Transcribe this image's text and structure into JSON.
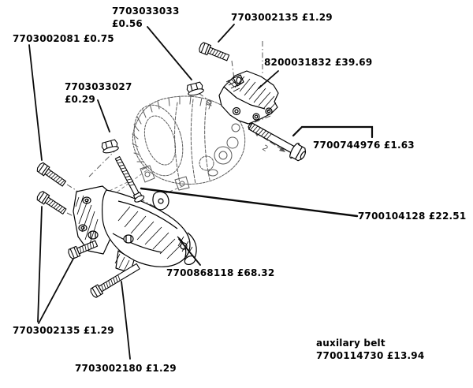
{
  "diagram": {
    "labels": {
      "bolt_2081": "7703002081 £0.75",
      "nut_33033_line1": "7703033033",
      "nut_33033_line2": "£0.56",
      "bolt_2135_top": "7703002135 £1.29",
      "bracket_upper": "8200031832 £39.69",
      "nut_33027_line1": "7703033027",
      "nut_33027_line2": "£0.29",
      "bolt_744976": "7700744976 £1.63",
      "stud_104128": "7700104128 £22.51",
      "bracket_lower": "7700868118 £68.32",
      "bolts_2135_bottom": "7703002135 £1.29",
      "bolt_2180": "7703002180 £1.29",
      "belt_line1": "auxilary belt",
      "belt_line2": "7700114730 £13.94"
    },
    "annotations": {
      "quantity_marker": "2"
    },
    "colors": {
      "background": "#ffffff",
      "ink": "#000000",
      "sketch": "#5a5a5a"
    }
  }
}
